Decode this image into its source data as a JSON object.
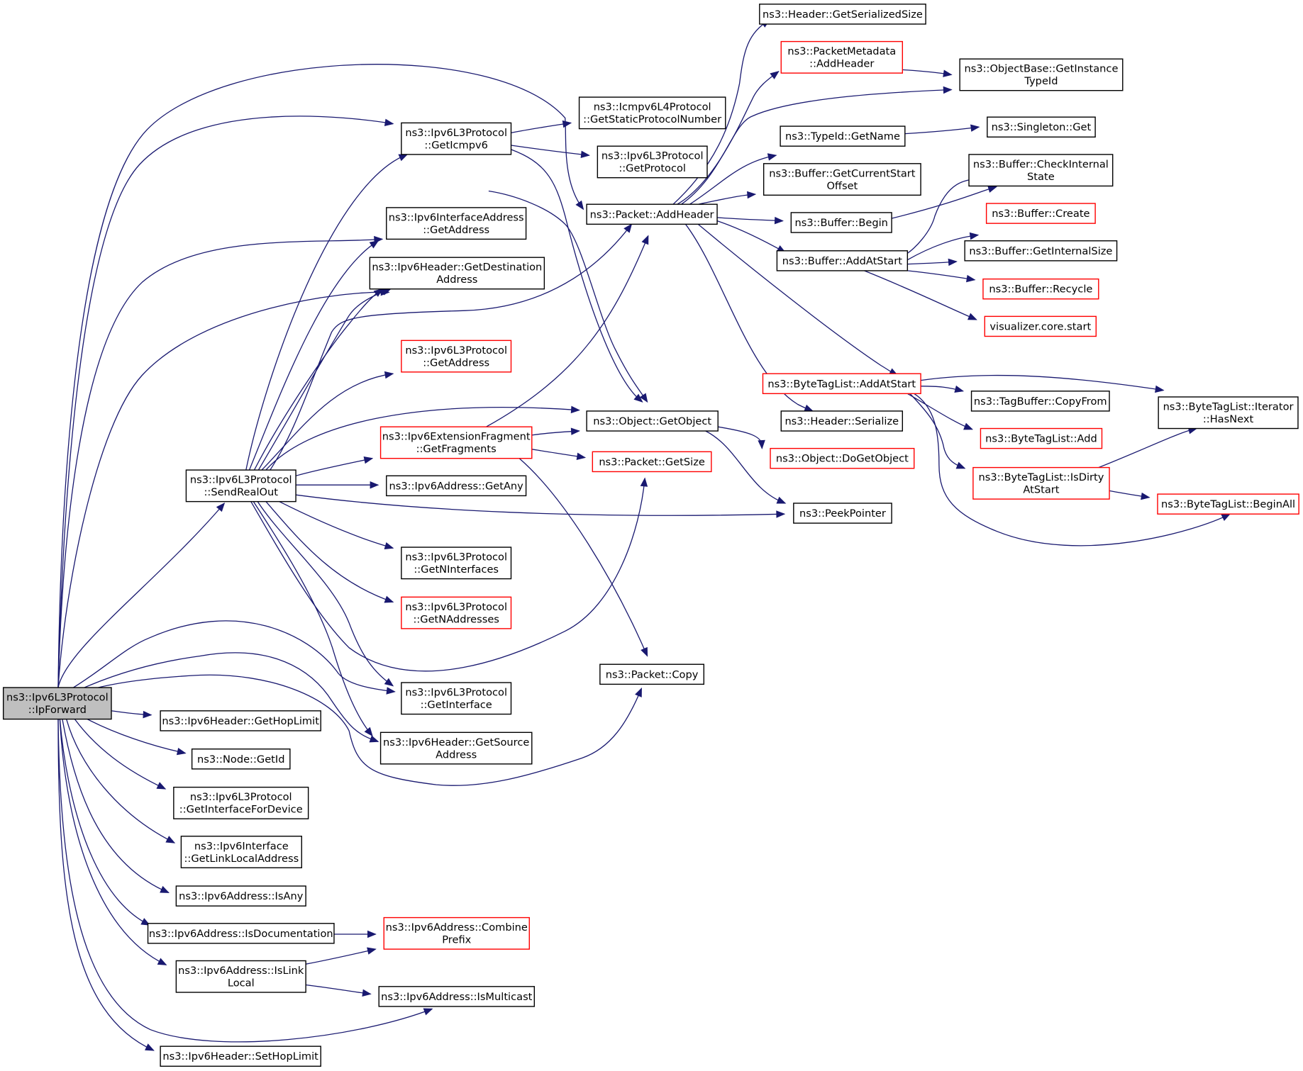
{
  "colors": {
    "edge": "#191970",
    "node_border": "#000000",
    "node_border_incomplete": "#ff0000",
    "root_fill": "#bfbfbf",
    "node_fill": "#ffffff"
  },
  "nodes": [
    {
      "id": "ipforward",
      "lines": [
        "ns3::Ipv6L3Protocol",
        "::IpForward"
      ],
      "style": "root"
    },
    {
      "id": "sendrealout",
      "lines": [
        "ns3::Ipv6L3Protocol",
        "::SendRealOut"
      ]
    },
    {
      "id": "geticmpv6",
      "lines": [
        "ns3::Ipv6L3Protocol",
        "::GetIcmpv6"
      ]
    },
    {
      "id": "ifaddr_getaddress",
      "lines": [
        "ns3::Ipv6InterfaceAddress",
        "::GetAddress"
      ]
    },
    {
      "id": "getdestaddr",
      "lines": [
        "ns3::Ipv6Header::GetDestination",
        "Address"
      ]
    },
    {
      "id": "l3_getaddress",
      "lines": [
        "ns3::Ipv6L3Protocol",
        "::GetAddress"
      ],
      "style": "red"
    },
    {
      "id": "getfragments",
      "lines": [
        "ns3::Ipv6ExtensionFragment",
        "::GetFragments"
      ],
      "style": "red"
    },
    {
      "id": "getany",
      "lines": [
        "ns3::Ipv6Address::GetAny"
      ]
    },
    {
      "id": "getninterfaces",
      "lines": [
        "ns3::Ipv6L3Protocol",
        "::GetNInterfaces"
      ]
    },
    {
      "id": "getnaddresses",
      "lines": [
        "ns3::Ipv6L3Protocol",
        "::GetNAddresses"
      ],
      "style": "red"
    },
    {
      "id": "getinterface",
      "lines": [
        "ns3::Ipv6L3Protocol",
        "::GetInterface"
      ]
    },
    {
      "id": "getsourceaddr",
      "lines": [
        "ns3::Ipv6Header::GetSource",
        "Address"
      ]
    },
    {
      "id": "gethoplimit",
      "lines": [
        "ns3::Ipv6Header::GetHopLimit"
      ]
    },
    {
      "id": "nodegetid",
      "lines": [
        "ns3::Node::GetId"
      ]
    },
    {
      "id": "getifacefordevice",
      "lines": [
        "ns3::Ipv6L3Protocol",
        "::GetInterfaceForDevice"
      ]
    },
    {
      "id": "getlinklocal",
      "lines": [
        "ns3::Ipv6Interface",
        "::GetLinkLocalAddress"
      ]
    },
    {
      "id": "isany",
      "lines": [
        "ns3::Ipv6Address::IsAny"
      ]
    },
    {
      "id": "isdocumentation",
      "lines": [
        "ns3::Ipv6Address::IsDocumentation"
      ]
    },
    {
      "id": "islinklocal",
      "lines": [
        "ns3::Ipv6Address::IsLink",
        "Local"
      ]
    },
    {
      "id": "sethoplimit",
      "lines": [
        "ns3::Ipv6Header::SetHopLimit"
      ]
    },
    {
      "id": "combineprefix",
      "lines": [
        "ns3::Ipv6Address::Combine",
        "Prefix"
      ],
      "style": "red"
    },
    {
      "id": "ismulticast",
      "lines": [
        "ns3::Ipv6Address::IsMulticast"
      ]
    },
    {
      "id": "icmp_getstaticprotonum",
      "lines": [
        "ns3::Icmpv6L4Protocol",
        "::GetStaticProtocolNumber"
      ]
    },
    {
      "id": "l3_getprotocol",
      "lines": [
        "ns3::Ipv6L3Protocol",
        "::GetProtocol"
      ]
    },
    {
      "id": "packet_addheader",
      "lines": [
        "ns3::Packet::AddHeader"
      ]
    },
    {
      "id": "object_getobject",
      "lines": [
        "ns3::Object::GetObject"
      ]
    },
    {
      "id": "packet_getsize",
      "lines": [
        "ns3::Packet::GetSize"
      ],
      "style": "red"
    },
    {
      "id": "packet_copy",
      "lines": [
        "ns3::Packet::Copy"
      ]
    },
    {
      "id": "header_getserializedsize",
      "lines": [
        "ns3::Header::GetSerializedSize"
      ]
    },
    {
      "id": "pktmeta_addheader",
      "lines": [
        "ns3::PacketMetadata",
        "::AddHeader"
      ],
      "style": "red"
    },
    {
      "id": "typeid_getname",
      "lines": [
        "ns3::TypeId::GetName"
      ]
    },
    {
      "id": "buffer_getcurrentstartoffset",
      "lines": [
        "ns3::Buffer::GetCurrentStart",
        "Offset"
      ]
    },
    {
      "id": "buffer_begin",
      "lines": [
        "ns3::Buffer::Begin"
      ]
    },
    {
      "id": "buffer_addatstart",
      "lines": [
        "ns3::Buffer::AddAtStart"
      ]
    },
    {
      "id": "btl_addatstart",
      "lines": [
        "ns3::ByteTagList::AddAtStart"
      ],
      "style": "red"
    },
    {
      "id": "header_serialize",
      "lines": [
        "ns3::Header::Serialize"
      ]
    },
    {
      "id": "object_dogetobject",
      "lines": [
        "ns3::Object::DoGetObject"
      ],
      "style": "red"
    },
    {
      "id": "peekpointer",
      "lines": [
        "ns3::PeekPointer"
      ]
    },
    {
      "id": "objbase_getinstancetypeid",
      "lines": [
        "ns3::ObjectBase::GetInstance",
        "TypeId"
      ]
    },
    {
      "id": "singleton_get",
      "lines": [
        "ns3::Singleton::Get"
      ]
    },
    {
      "id": "buffer_checkinternalstate",
      "lines": [
        "ns3::Buffer::CheckInternal",
        "State"
      ]
    },
    {
      "id": "buffer_create",
      "lines": [
        "ns3::Buffer::Create"
      ],
      "style": "red"
    },
    {
      "id": "buffer_getinternalsize",
      "lines": [
        "ns3::Buffer::GetInternalSize"
      ]
    },
    {
      "id": "buffer_recycle",
      "lines": [
        "ns3::Buffer::Recycle"
      ],
      "style": "red"
    },
    {
      "id": "visualizer_start",
      "lines": [
        "visualizer.core.start"
      ],
      "style": "red"
    },
    {
      "id": "tagbuffer_copyfrom",
      "lines": [
        "ns3::TagBuffer::CopyFrom"
      ]
    },
    {
      "id": "btl_add",
      "lines": [
        "ns3::ByteTagList::Add"
      ],
      "style": "red"
    },
    {
      "id": "btl_isdirtyatstart",
      "lines": [
        "ns3::ByteTagList::IsDirty",
        "AtStart"
      ],
      "style": "red"
    },
    {
      "id": "btl_iter_hasnext",
      "lines": [
        "ns3::ByteTagList::Iterator",
        "::HasNext"
      ]
    },
    {
      "id": "btl_beginall",
      "lines": [
        "ns3::ByteTagList::BeginAll"
      ],
      "style": "red"
    }
  ]
}
